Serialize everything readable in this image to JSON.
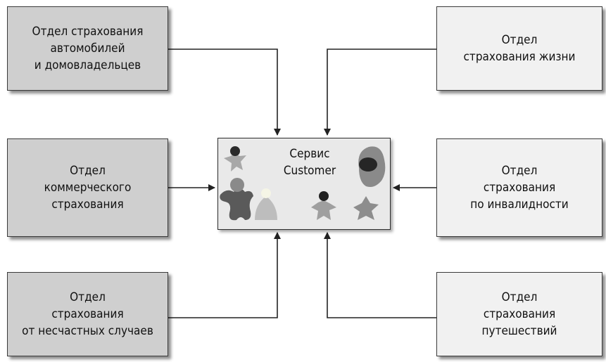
{
  "nodes": {
    "auto": {
      "lines": [
        "Отдел страхования",
        "автомобилей",
        "и домовладельцев"
      ]
    },
    "life": {
      "lines": [
        "Отдел",
        "страхования жизни"
      ]
    },
    "commercial": {
      "lines": [
        "Отдел",
        "коммерческого",
        "страхования"
      ]
    },
    "disability": {
      "lines": [
        "Отдел",
        "страхования",
        "по инвалидности"
      ]
    },
    "accident": {
      "lines": [
        "Отдел",
        "страхования",
        "от несчастных случаев"
      ]
    },
    "travel": {
      "lines": [
        "Отдел",
        "страхования",
        "путешествий"
      ]
    }
  },
  "center": {
    "lines": [
      "Сервис",
      "Customer"
    ]
  },
  "colors": {
    "box_dark": "#cfcfcf",
    "box_light": "#f1f1f1",
    "line": "#222222",
    "center_bg": "#e9e9e9"
  },
  "icons": [
    "people-figures-icon"
  ]
}
